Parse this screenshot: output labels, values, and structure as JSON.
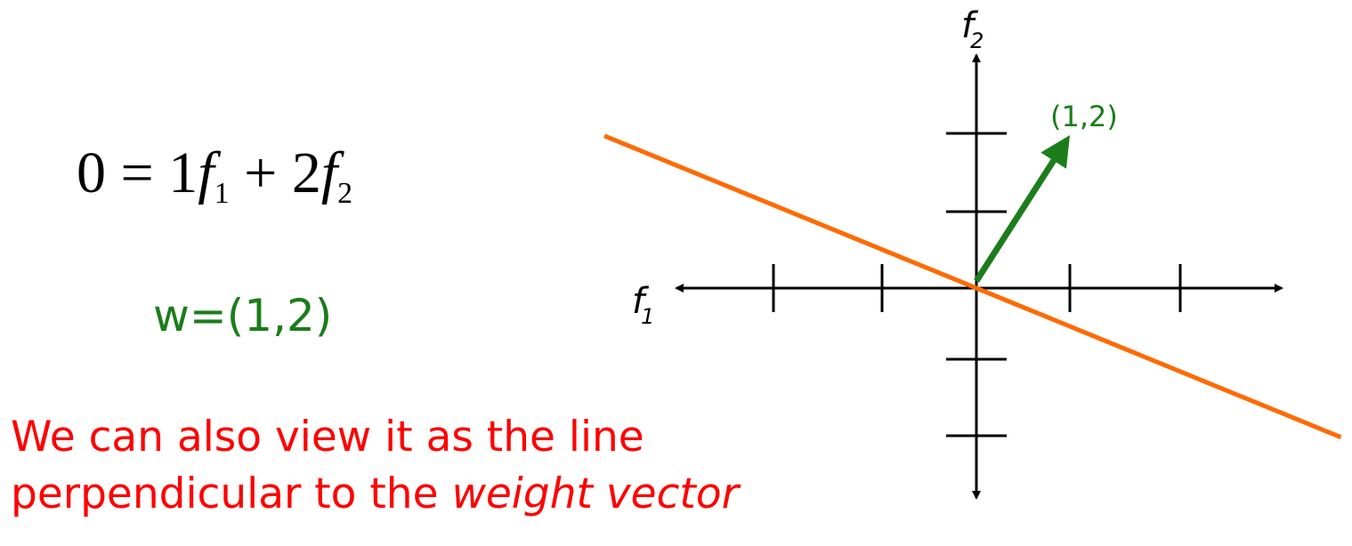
{
  "equation": {
    "lhs": "0",
    "eq": "=",
    "coef1": "1",
    "var1": "f",
    "sub1": "1",
    "plus": "+",
    "coef2": "2",
    "var2": "f",
    "sub2": "2"
  },
  "weight_text": "w=(1,2)",
  "caption": {
    "line1": "We can also view it as the line",
    "line2_prefix": "perpendicular to the ",
    "line2_emphasis": "weight vector"
  },
  "diagram": {
    "x_axis_label": "f",
    "x_axis_sub": "1",
    "y_axis_label": "f",
    "y_axis_sub": "2",
    "vector_label": "(1,2)",
    "vector": [
      1,
      2
    ],
    "line_equation": "0 = 1f1 + 2f2",
    "x_ticks": [
      -2,
      -1,
      1,
      2
    ],
    "y_ticks": [
      -2,
      -1,
      1,
      2
    ],
    "colors": {
      "axes": "#000000",
      "vector": "#1b7d1b",
      "line": "#ff6a00",
      "caption": "#ff0000"
    }
  }
}
